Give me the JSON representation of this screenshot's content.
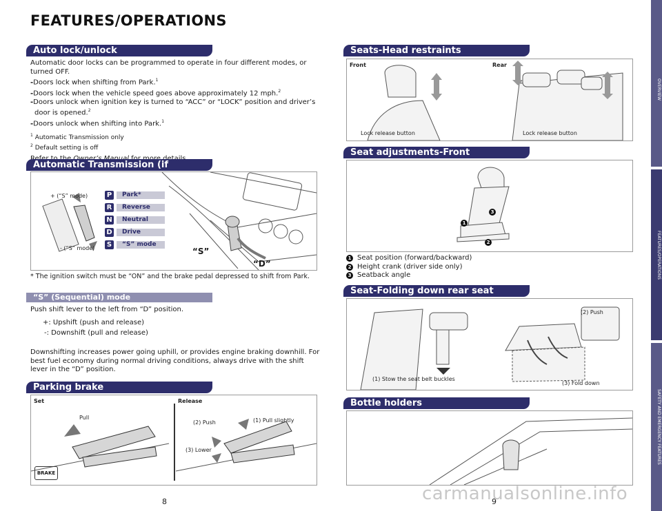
{
  "page_title": "FEATURES/OPERATIONS",
  "auto_lock": {
    "header": "Auto lock/unlock",
    "intro": "Automatic door locks can be programmed to operate in four different modes, or turned OFF.",
    "items": [
      {
        "text": "Doors lock when shifting from Park.",
        "sup": "1"
      },
      {
        "text": "Doors lock when the vehicle speed goes above approximately 12 mph.",
        "sup": "2"
      },
      {
        "text": "Doors unlock when ignition key is turned to “ACC” or “LOCK” position and driver’s door is opened.",
        "sup": "2"
      },
      {
        "text": "Doors unlock when shifting into Park.",
        "sup": "1"
      }
    ],
    "footnotes": [
      {
        "sup": "1",
        "text": "Automatic Transmission only"
      },
      {
        "sup": "2",
        "text": "Default setting is off"
      }
    ],
    "refer_prefix": "Refer to the ",
    "refer_manual": "Owner’s Manual",
    "refer_suffix": " for more details."
  },
  "auto_trans": {
    "header": "Automatic Transmission (if equipped)",
    "plus_label": "+ (“S” mode)",
    "minus_label": "- (“S” mode)",
    "gears": [
      {
        "letter": "P",
        "name": "Park*"
      },
      {
        "letter": "R",
        "name": "Reverse"
      },
      {
        "letter": "N",
        "name": "Neutral"
      },
      {
        "letter": "D",
        "name": "Drive"
      },
      {
        "letter": "S",
        "name": "“S” mode"
      }
    ],
    "s_callout": "“S”",
    "d_callout": "“D”",
    "footnote": "* The ignition switch must be “ON” and the brake pedal depressed to shift from Park."
  },
  "s_mode": {
    "header": "“S” (Sequential) mode",
    "intro": "Push shift lever to the left from “D” position.",
    "plus": "+:  Upshift (push and release)",
    "minus": "-:  Downshift (pull and release)",
    "para": "Downshifting increases power going uphill, or provides engine braking downhill. For best fuel economy during normal driving conditions, always drive with the shift lever in the “D” position."
  },
  "parking": {
    "header": "Parking brake",
    "set": "Set",
    "release": "Release",
    "pull": "Pull",
    "push": "(2) Push",
    "pull_slightly": "(1) Pull slightly",
    "lower": "(3) Lower",
    "brake_badge": "BRAKE"
  },
  "seats_head": {
    "header": "Seats-Head restraints",
    "front": "Front",
    "rear": "Rear",
    "front_caption": "Lock release button",
    "rear_caption": "Lock release button"
  },
  "seat_front": {
    "header": "Seat adjustments-Front",
    "items": [
      {
        "num": "1",
        "text": "Seat position (forward/backward)"
      },
      {
        "num": "2",
        "text": "Height crank (driver side only)"
      },
      {
        "num": "3",
        "text": "Seatback angle"
      }
    ]
  },
  "seat_fold": {
    "header": "Seat-Folding down rear seat",
    "stow": "(1) Stow the seat belt buckles",
    "push": "(2) Push",
    "fold": "(3) Fold down"
  },
  "bottle": {
    "header": "Bottle holders"
  },
  "page_left": "8",
  "page_right": "9",
  "side_tabs": [
    "OVERVIEW",
    "FEATURES/OPERATIONS",
    "SAFETY AND EMERGENCY FEATURES"
  ],
  "watermark": "carmanualsonline.info",
  "colors": {
    "header_bar": "#2d2d6b",
    "sub_bar": "#8f8fb0",
    "side_tab": "#3b3b70"
  }
}
